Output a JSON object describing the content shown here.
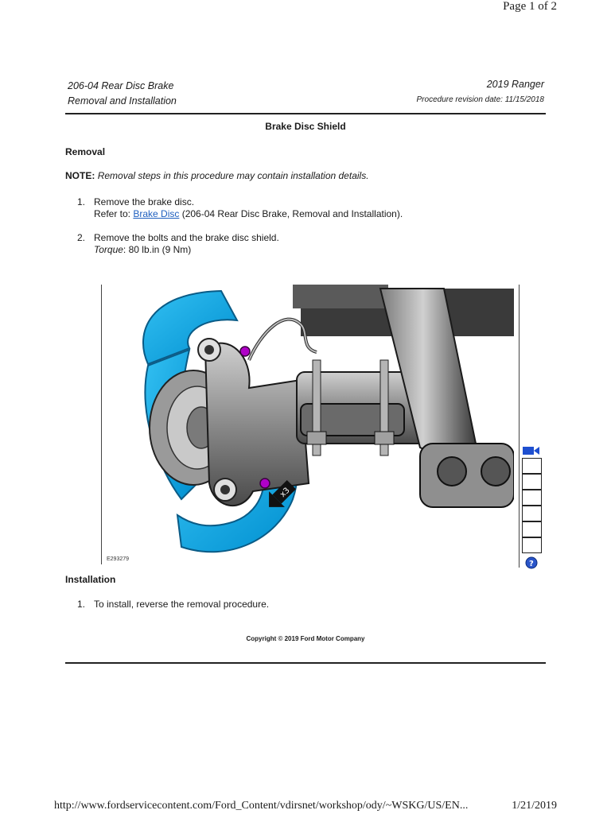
{
  "page": {
    "indicator": "Page 1 of 2"
  },
  "header": {
    "section": "206-04 Rear Disc Brake",
    "subtitle": "Removal and Installation",
    "vehicle": "2019 Ranger",
    "revision": "Procedure revision date: 11/15/2018"
  },
  "doc": {
    "title": "Brake Disc Shield",
    "removal_heading": "Removal",
    "note_label": "NOTE:",
    "note_text": "Removal steps in this procedure may contain installation details.",
    "removal_steps": [
      {
        "num": "1.",
        "text": "Remove the brake disc.",
        "refer_prefix": "Refer to: ",
        "refer_link": "Brake Disc",
        "refer_suffix": " (206-04 Rear Disc Brake, Removal and Installation)."
      },
      {
        "num": "2.",
        "text": "Remove the bolts and the brake disc shield.",
        "torque_label": "Torque",
        "torque_value": ": 80 lb.in (9 Nm)"
      }
    ],
    "figure_label": "E293279",
    "figure_callout": "x3",
    "installation_heading": "Installation",
    "installation_steps": [
      {
        "num": "1.",
        "text": "To install, reverse the removal procedure."
      }
    ],
    "copyright": "Copyright © 2019 Ford Motor Company"
  },
  "footer": {
    "url": "http://www.fordservicecontent.com/Ford_Content/vdirsnet/workshop/ody/~WSKG/US/EN...",
    "date": "1/21/2019"
  },
  "colors": {
    "shield": "#00a7e8",
    "bolt": "#b000c8",
    "link": "#1f5fbf"
  },
  "icons": [
    "video-icon",
    "help-icon"
  ]
}
